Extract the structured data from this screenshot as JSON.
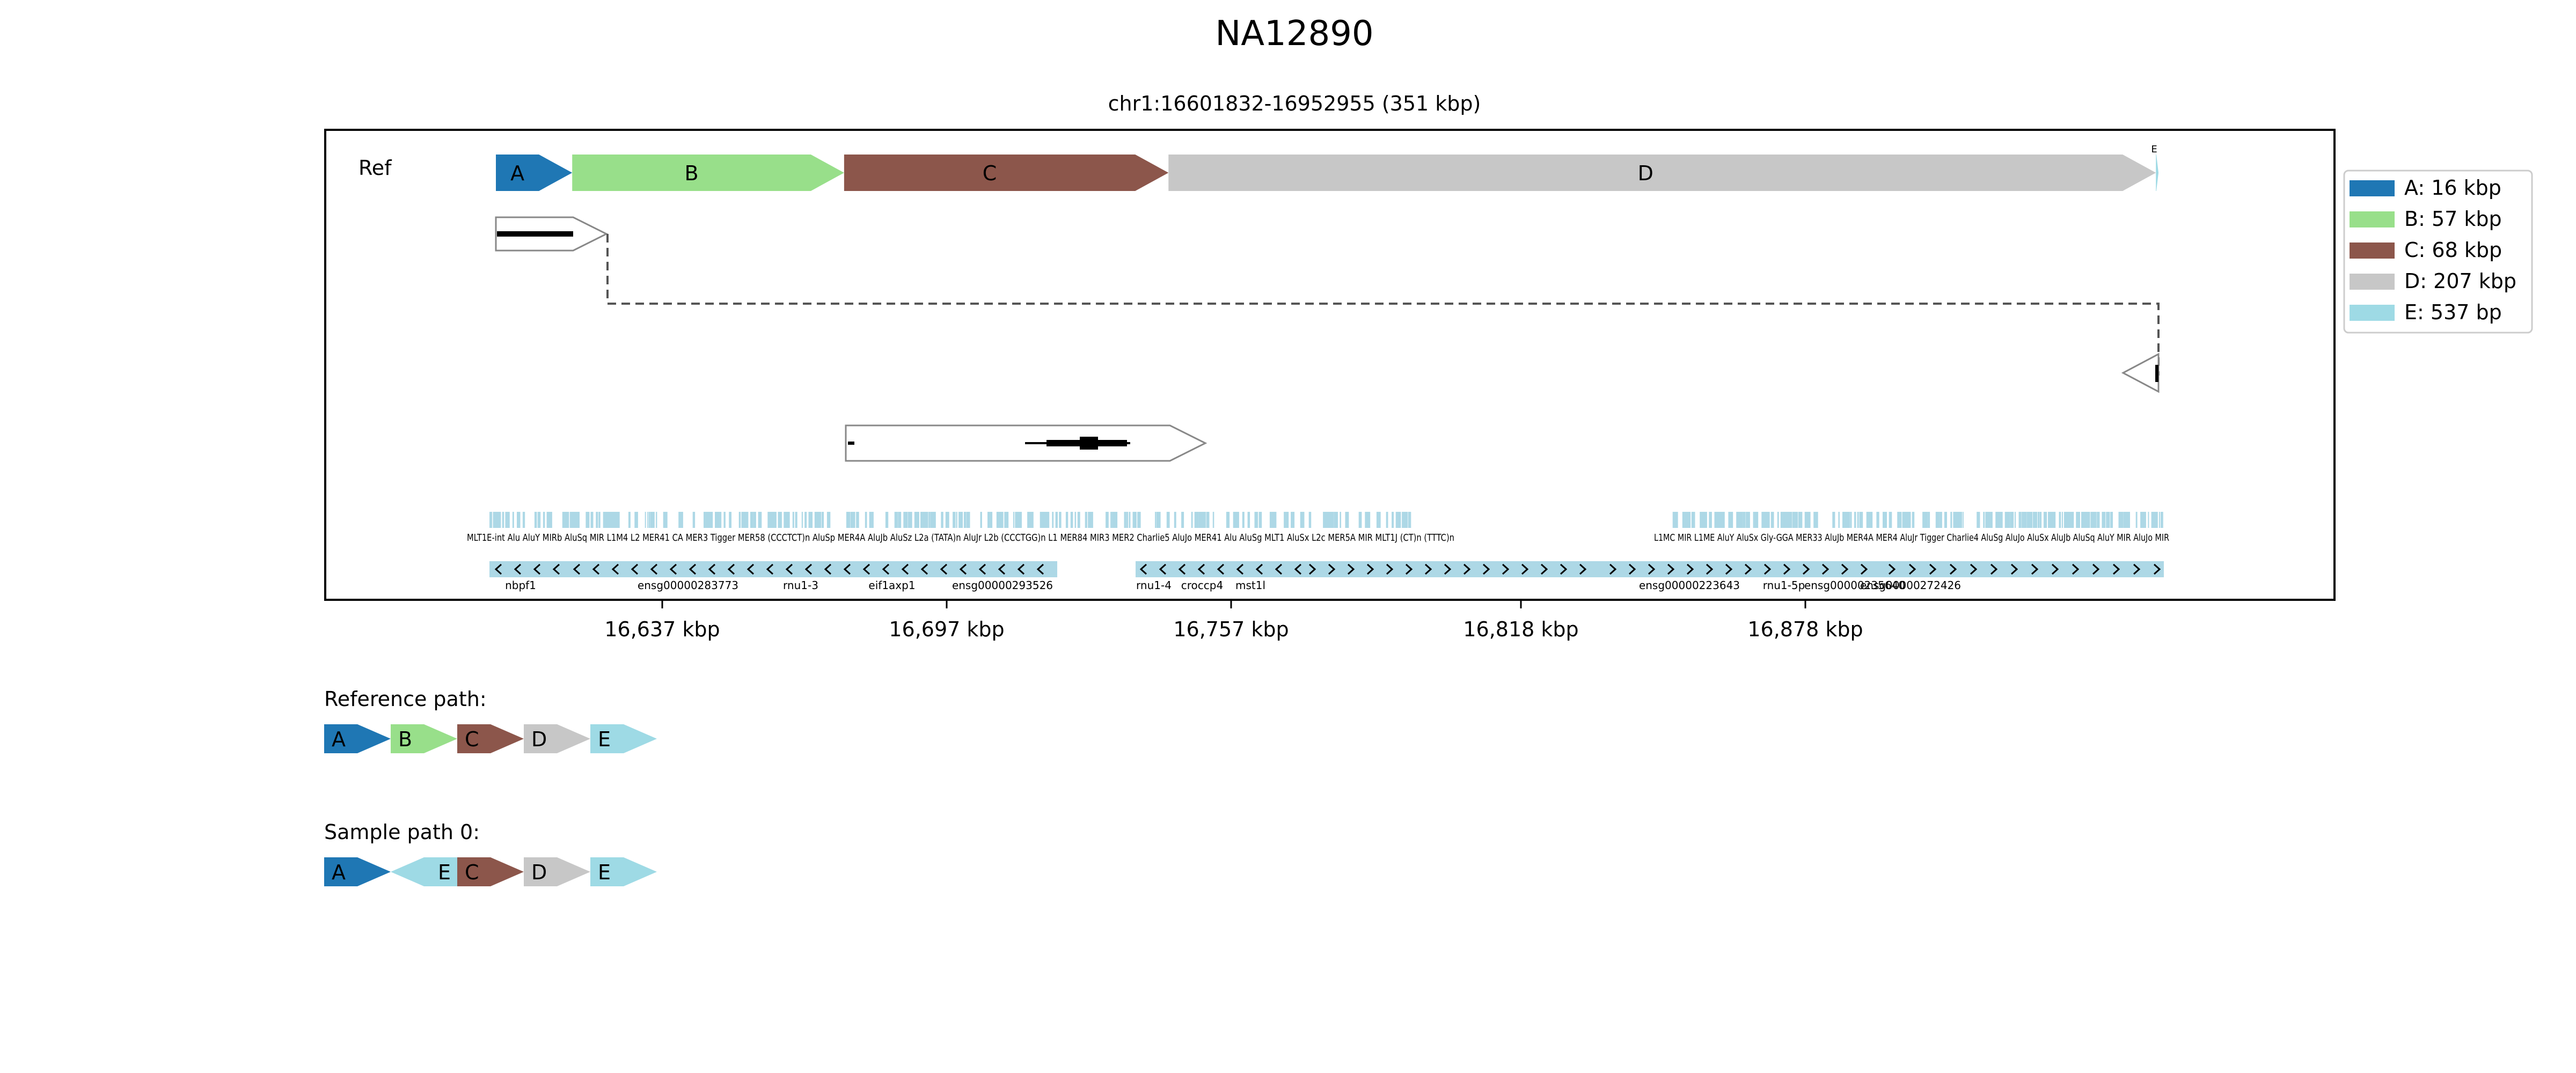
{
  "title": "NA12890",
  "region": "chr1:16601832-16952955 (351 kbp)",
  "track_label": "Ref",
  "segments": [
    {
      "id": "A",
      "color": "#1f77b4",
      "start": 16601832,
      "end": 16617832
    },
    {
      "id": "B",
      "color": "#98df8a",
      "start": 16617832,
      "end": 16674832
    },
    {
      "id": "C",
      "color": "#8c564b",
      "start": 16674832,
      "end": 16742832
    },
    {
      "id": "D",
      "color": "#c7c7c7",
      "start": 16742832,
      "end": 16949832
    },
    {
      "id": "E",
      "color": "#9edae5",
      "start": 16949832,
      "end": 16950369
    }
  ],
  "legend": [
    {
      "id": "A",
      "label": "A: 16 kbp",
      "color": "#1f77b4"
    },
    {
      "id": "B",
      "label": "B: 57 kbp",
      "color": "#98df8a"
    },
    {
      "id": "C",
      "label": "C: 68 kbp",
      "color": "#8c564b"
    },
    {
      "id": "D",
      "label": "D: 207 kbp",
      "color": "#c7c7c7"
    },
    {
      "id": "E",
      "label": "E: 537 bp",
      "color": "#9edae5"
    }
  ],
  "x_ticks": [
    "16,637 kbp",
    "16,697 kbp",
    "16,757 kbp",
    "16,818 kbp",
    "16,878 kbp"
  ],
  "repeat_labels_left": "MLT1E-int Alu AluY MIRb AluSq MIR L1M4 L2 MER41 CA MER3 Tigger MER58 (CCCTCT)n AluSp MER4A AluJb AluSz L2a (TATA)n AluJr L2b (CCCTGG)n L1 MER84 MIR3 MER2 Charlie5 AluJo MER41 Alu AluSg MLT1 AluSx L2c MER5A MIR MLT1J (CT)n (TTTC)n",
  "repeat_labels_right": "L1MC MIR L1ME AluY AluSx Gly-GGA MER33 AluJb MER4A MER4 AluJr Tigger Charlie4 AluSg AluJo AluSx AluJb AluSq AluY MIR AluJo MIR",
  "genes": [
    "nbpf1",
    "ensg00000283773",
    "rnu1-3",
    "eif1axp1",
    "ensg00000293526",
    "rnu1-4",
    "croccp4",
    "mst1l",
    "ensg00000223643",
    "rnu1-5p",
    "ensg00000235640",
    "ensg00000272426"
  ],
  "paths": [
    {
      "label": "Reference path:",
      "blocks": [
        {
          "id": "A",
          "dir": "+"
        },
        {
          "id": "B",
          "dir": "+"
        },
        {
          "id": "C",
          "dir": "+"
        },
        {
          "id": "D",
          "dir": "+"
        },
        {
          "id": "E",
          "dir": "+"
        }
      ]
    },
    {
      "label": "Sample path 0:",
      "blocks": [
        {
          "id": "A",
          "dir": "+"
        },
        {
          "id": "E",
          "dir": "-"
        },
        {
          "id": "C",
          "dir": "+"
        },
        {
          "id": "D",
          "dir": "+"
        },
        {
          "id": "E",
          "dir": "+"
        }
      ]
    }
  ]
}
